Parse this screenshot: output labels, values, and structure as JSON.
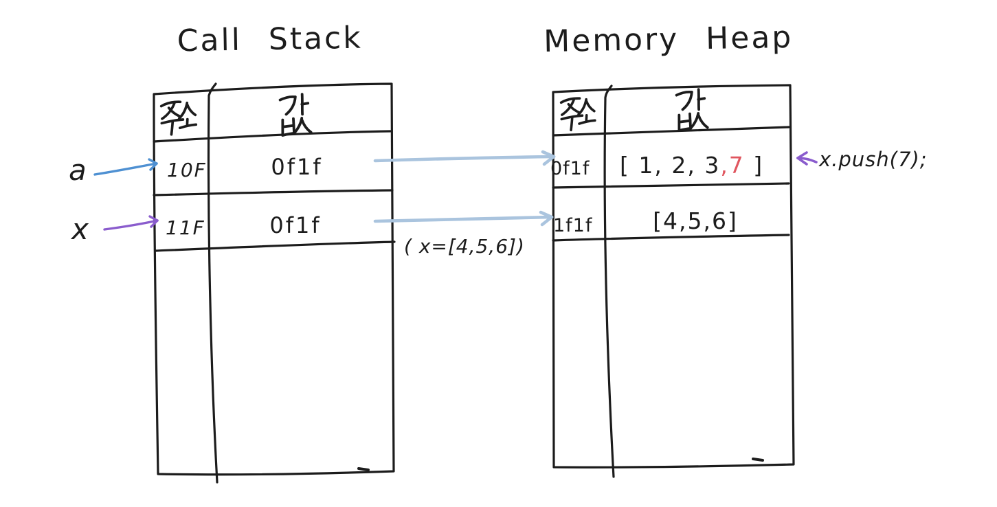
{
  "left_panel": {
    "title": "Call Stack",
    "header": {
      "address_label": "주소",
      "value_label": "값"
    },
    "rows": [
      {
        "pointer_label": "a",
        "address": "10F",
        "value": "0f1f"
      },
      {
        "pointer_label": "x",
        "address": "11F",
        "value": "0f1f"
      }
    ]
  },
  "right_panel": {
    "title": "Memory Heap",
    "header": {
      "address_label": "주소",
      "value_label": "값"
    },
    "rows": [
      {
        "address": "0f1f",
        "value_prefix": "[ 1, 2, 3",
        "value_pushed": ",7",
        "value_suffix": " ]"
      },
      {
        "address": "1f1f",
        "value": "[4,5,6]"
      }
    ]
  },
  "annotations": {
    "assignment_note": "( x=[4,5,6])",
    "push_note": "x.push(7);"
  },
  "colors": {
    "ink": "#1c1c1c",
    "blue_label": "#4e90d2",
    "arrow_blue": "#aac4de",
    "purple": "#8a5ccd",
    "red": "#e0565f"
  }
}
